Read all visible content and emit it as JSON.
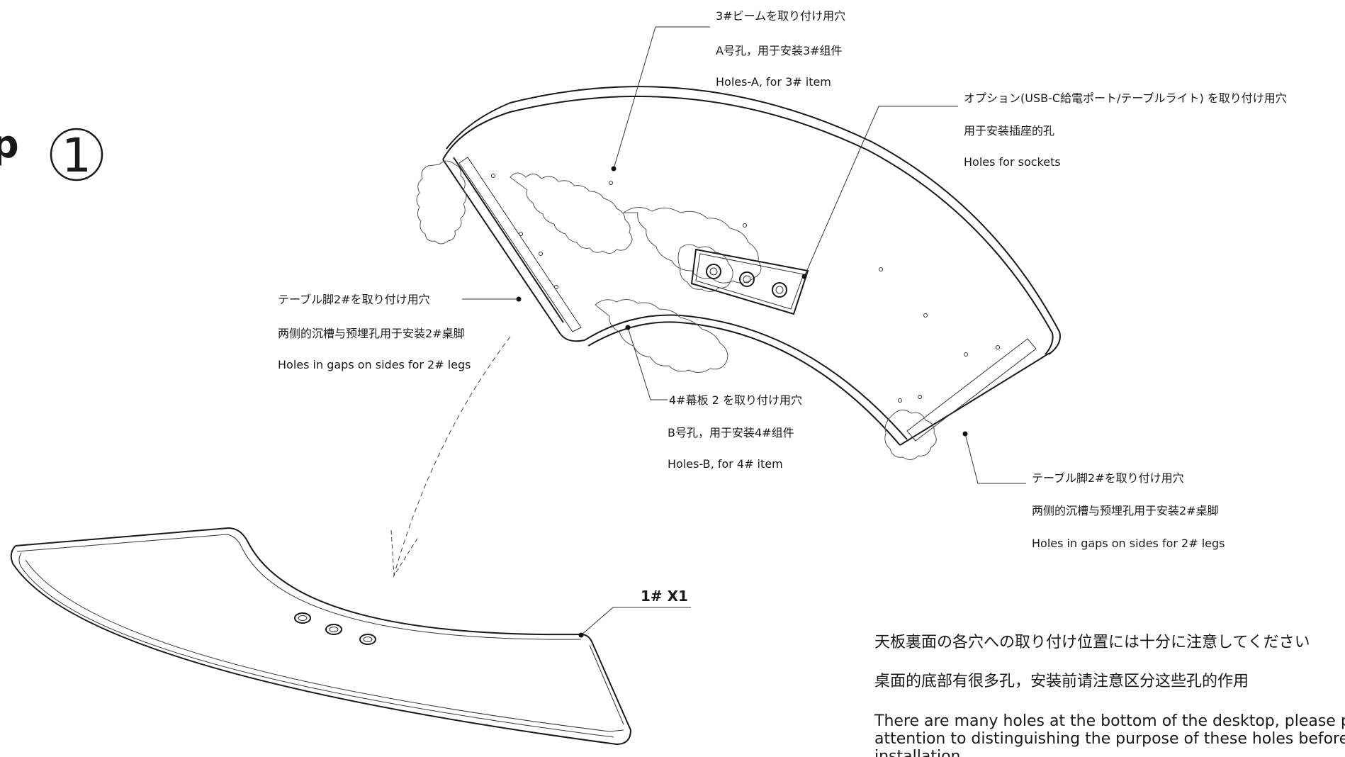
{
  "step": {
    "prefix": "p",
    "number": "1"
  },
  "part_label": "1# X1",
  "callouts": [
    {
      "id": "holes-a",
      "lines": [
        "3#ビームを取り付け用穴",
        "A号孔，用于安装3#组件",
        "Holes-A,  for 3# item"
      ]
    },
    {
      "id": "sockets",
      "lines": [
        "オプション(USB-C給電ポート/テーブルライト) を取り付け用穴",
        "用于安装插座的孔",
        "Holes for sockets"
      ]
    },
    {
      "id": "legs-left",
      "lines": [
        "テーブル脚2#を取り付け用穴",
        "两侧的沉槽与预埋孔用于安装2#桌脚",
        "Holes in gaps on sides for 2# legs"
      ]
    },
    {
      "id": "holes-b",
      "lines": [
        "4#幕板 2 を取り付け用穴",
        "B号孔，用于安装4#组件",
        "Holes-B,  for 4# item"
      ]
    },
    {
      "id": "legs-right",
      "lines": [
        "テーブル脚2#を取り付け用穴",
        "两侧的沉槽与预埋孔用于安装2#桌脚",
        "Holes in gaps on sides for 2# legs"
      ]
    }
  ],
  "notes": [
    "天板裏面の各穴への取り付け位置には十分に注意してください",
    "桌面的底部有很多孔，安装前请注意区分这些孔的作用",
    "There are many holes at the bottom of the desktop, please pay",
    "attention to distinguishing the purpose of these holes before",
    "installation"
  ]
}
